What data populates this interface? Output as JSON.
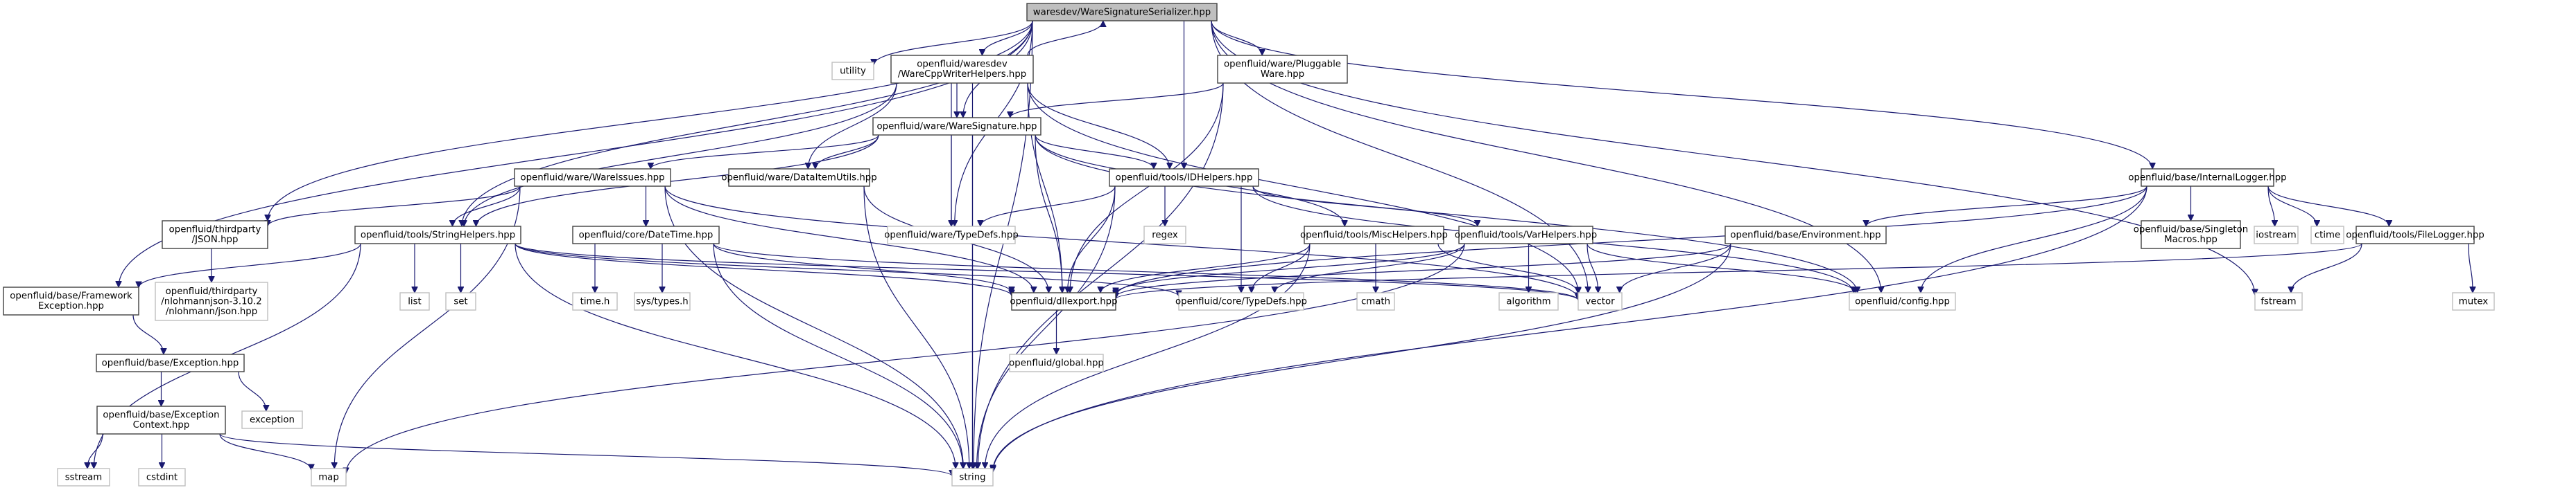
{
  "diagram": {
    "title": "waresdev/WareSignatureSerializer.hpp",
    "colors": {
      "edge": "#191970",
      "root_fill": "#bfbfbf",
      "node_border": "#404040",
      "ext_border": "#bfbfbf"
    },
    "nodes": [
      {
        "id": "root",
        "lines": [
          "waresdev/WareSignatureSerializer.hpp"
        ],
        "kind": "root"
      },
      {
        "id": "utility",
        "lines": [
          "utility"
        ],
        "kind": "ext"
      },
      {
        "id": "cppwriter",
        "lines": [
          "openfluid/waresdev",
          "/WareCppWriterHelpers.hpp"
        ],
        "kind": "doc"
      },
      {
        "id": "pluggable",
        "lines": [
          "openfluid/ware/Pluggable",
          "Ware.hpp"
        ],
        "kind": "doc"
      },
      {
        "id": "waresig",
        "lines": [
          "openfluid/ware/WareSignature.hpp"
        ],
        "kind": "doc"
      },
      {
        "id": "wareissues",
        "lines": [
          "openfluid/ware/WareIssues.hpp"
        ],
        "kind": "doc"
      },
      {
        "id": "dataitem",
        "lines": [
          "openfluid/ware/DataItemUtils.hpp"
        ],
        "kind": "doc"
      },
      {
        "id": "idhelpers",
        "lines": [
          "openfluid/tools/IDHelpers.hpp"
        ],
        "kind": "doc"
      },
      {
        "id": "internallogger",
        "lines": [
          "openfluid/base/InternalLogger.hpp"
        ],
        "kind": "doc"
      },
      {
        "id": "json",
        "lines": [
          "openfluid/thirdparty",
          "/JSON.hpp"
        ],
        "kind": "doc"
      },
      {
        "id": "stringhelpers",
        "lines": [
          "openfluid/tools/StringHelpers.hpp"
        ],
        "kind": "doc"
      },
      {
        "id": "datetime",
        "lines": [
          "openfluid/core/DateTime.hpp"
        ],
        "kind": "doc"
      },
      {
        "id": "waretypedefs",
        "lines": [
          "openfluid/ware/TypeDefs.hpp"
        ],
        "kind": "ext"
      },
      {
        "id": "regex",
        "lines": [
          "regex"
        ],
        "kind": "ext"
      },
      {
        "id": "mischelpers",
        "lines": [
          "openfluid/tools/MiscHelpers.hpp"
        ],
        "kind": "doc"
      },
      {
        "id": "varhelpers",
        "lines": [
          "openfluid/tools/VarHelpers.hpp"
        ],
        "kind": "doc"
      },
      {
        "id": "environment",
        "lines": [
          "openfluid/base/Environment.hpp"
        ],
        "kind": "doc"
      },
      {
        "id": "singleton",
        "lines": [
          "openfluid/base/Singleton",
          "Macros.hpp"
        ],
        "kind": "doc"
      },
      {
        "id": "iostream",
        "lines": [
          "iostream"
        ],
        "kind": "ext"
      },
      {
        "id": "ctime",
        "lines": [
          "ctime"
        ],
        "kind": "ext"
      },
      {
        "id": "filelogger",
        "lines": [
          "openfluid/tools/FileLogger.hpp"
        ],
        "kind": "doc"
      },
      {
        "id": "fwexception",
        "lines": [
          "openfluid/base/Framework",
          "Exception.hpp"
        ],
        "kind": "doc"
      },
      {
        "id": "nlohmann",
        "lines": [
          "openfluid/thirdparty",
          "/nlohmannjson-3.10.2",
          "/nlohmann/json.hpp"
        ],
        "kind": "ext"
      },
      {
        "id": "list",
        "lines": [
          "list"
        ],
        "kind": "ext"
      },
      {
        "id": "set",
        "lines": [
          "set"
        ],
        "kind": "ext"
      },
      {
        "id": "timeh",
        "lines": [
          "time.h"
        ],
        "kind": "ext"
      },
      {
        "id": "systypes",
        "lines": [
          "sys/types.h"
        ],
        "kind": "ext"
      },
      {
        "id": "dllexport",
        "lines": [
          "openfluid/dllexport.hpp"
        ],
        "kind": "doc"
      },
      {
        "id": "coretypedefs",
        "lines": [
          "openfluid/core/TypeDefs.hpp"
        ],
        "kind": "ext"
      },
      {
        "id": "cmath",
        "lines": [
          "cmath"
        ],
        "kind": "ext"
      },
      {
        "id": "algorithm",
        "lines": [
          "algorithm"
        ],
        "kind": "ext"
      },
      {
        "id": "vector",
        "lines": [
          "vector"
        ],
        "kind": "ext"
      },
      {
        "id": "config",
        "lines": [
          "openfluid/config.hpp"
        ],
        "kind": "ext"
      },
      {
        "id": "mutex",
        "lines": [
          "mutex"
        ],
        "kind": "ext"
      },
      {
        "id": "fstream",
        "lines": [
          "fstream"
        ],
        "kind": "ext"
      },
      {
        "id": "exception",
        "lines": [
          "openfluid/base/Exception.hpp"
        ],
        "kind": "doc"
      },
      {
        "id": "exceptionstd",
        "lines": [
          "exception"
        ],
        "kind": "ext"
      },
      {
        "id": "global",
        "lines": [
          "openfluid/global.hpp"
        ],
        "kind": "ext"
      },
      {
        "id": "exctx",
        "lines": [
          "openfluid/base/Exception",
          "Context.hpp"
        ],
        "kind": "doc"
      },
      {
        "id": "sstream",
        "lines": [
          "sstream"
        ],
        "kind": "ext"
      },
      {
        "id": "cstdint",
        "lines": [
          "cstdint"
        ],
        "kind": "ext"
      },
      {
        "id": "map",
        "lines": [
          "map"
        ],
        "kind": "ext"
      },
      {
        "id": "string",
        "lines": [
          "string"
        ],
        "kind": "ext"
      }
    ],
    "edges": [
      [
        "root",
        "utility"
      ],
      [
        "root",
        "cppwriter"
      ],
      [
        "root",
        "pluggable"
      ],
      [
        "root",
        "waresig"
      ],
      [
        "root",
        "idhelpers"
      ],
      [
        "root",
        "internallogger"
      ],
      [
        "root",
        "json"
      ],
      [
        "root",
        "stringhelpers"
      ],
      [
        "root",
        "waretypedefs"
      ],
      [
        "root",
        "fwexception"
      ],
      [
        "root",
        "vector"
      ],
      [
        "root",
        "config"
      ],
      [
        "root",
        "fstream"
      ],
      [
        "root",
        "string"
      ],
      [
        "cppwriter",
        "root"
      ],
      [
        "cppwriter",
        "waresig"
      ],
      [
        "cppwriter",
        "dataitem"
      ],
      [
        "cppwriter",
        "waretypedefs"
      ],
      [
        "cppwriter",
        "dllexport"
      ],
      [
        "cppwriter",
        "stringhelpers"
      ],
      [
        "cppwriter",
        "vector"
      ],
      [
        "cppwriter",
        "idhelpers"
      ],
      [
        "cppwriter",
        "string"
      ],
      [
        "pluggable",
        "waresig"
      ],
      [
        "pluggable",
        "dllexport"
      ],
      [
        "pluggable",
        "string"
      ],
      [
        "waresig",
        "wareissues"
      ],
      [
        "waresig",
        "dataitem"
      ],
      [
        "waresig",
        "idhelpers"
      ],
      [
        "waresig",
        "mischelpers"
      ],
      [
        "waresig",
        "waretypedefs"
      ],
      [
        "waresig",
        "dllexport"
      ],
      [
        "waresig",
        "stringhelpers"
      ],
      [
        "waresig",
        "config"
      ],
      [
        "waresig",
        "string"
      ],
      [
        "wareissues",
        "json"
      ],
      [
        "wareissues",
        "stringhelpers"
      ],
      [
        "wareissues",
        "datetime"
      ],
      [
        "wareissues",
        "dllexport"
      ],
      [
        "wareissues",
        "map"
      ],
      [
        "wareissues",
        "string"
      ],
      [
        "wareissues",
        "vector"
      ],
      [
        "dataitem",
        "dllexport"
      ],
      [
        "dataitem",
        "string"
      ],
      [
        "idhelpers",
        "waretypedefs"
      ],
      [
        "idhelpers",
        "regex"
      ],
      [
        "idhelpers",
        "varhelpers"
      ],
      [
        "idhelpers",
        "dllexport"
      ],
      [
        "idhelpers",
        "coretypedefs"
      ],
      [
        "idhelpers",
        "string"
      ],
      [
        "idhelpers",
        "config"
      ],
      [
        "internallogger",
        "environment"
      ],
      [
        "internallogger",
        "singleton"
      ],
      [
        "internallogger",
        "iostream"
      ],
      [
        "internallogger",
        "ctime"
      ],
      [
        "internallogger",
        "filelogger"
      ],
      [
        "internallogger",
        "config"
      ],
      [
        "internallogger",
        "dllexport"
      ],
      [
        "internallogger",
        "string"
      ],
      [
        "json",
        "nlohmann"
      ],
      [
        "stringhelpers",
        "fwexception"
      ],
      [
        "stringhelpers",
        "list"
      ],
      [
        "stringhelpers",
        "set"
      ],
      [
        "stringhelpers",
        "sstream"
      ],
      [
        "stringhelpers",
        "string"
      ],
      [
        "stringhelpers",
        "dllexport"
      ],
      [
        "stringhelpers",
        "vector"
      ],
      [
        "stringhelpers",
        "coretypedefs"
      ],
      [
        "datetime",
        "timeh"
      ],
      [
        "datetime",
        "systypes"
      ],
      [
        "datetime",
        "string"
      ],
      [
        "datetime",
        "dllexport"
      ],
      [
        "datetime",
        "vector"
      ],
      [
        "mischelpers",
        "coretypedefs"
      ],
      [
        "mischelpers",
        "cmath"
      ],
      [
        "mischelpers",
        "dllexport"
      ],
      [
        "mischelpers",
        "string"
      ],
      [
        "mischelpers",
        "vector"
      ],
      [
        "varhelpers",
        "algorithm"
      ],
      [
        "varhelpers",
        "vector"
      ],
      [
        "varhelpers",
        "coretypedefs"
      ],
      [
        "varhelpers",
        "dllexport"
      ],
      [
        "varhelpers",
        "map"
      ],
      [
        "varhelpers",
        "config"
      ],
      [
        "environment",
        "vector"
      ],
      [
        "environment",
        "dllexport"
      ],
      [
        "environment",
        "string"
      ],
      [
        "filelogger",
        "fstream"
      ],
      [
        "filelogger",
        "mutex"
      ],
      [
        "filelogger",
        "dllexport"
      ],
      [
        "fwexception",
        "exception"
      ],
      [
        "exception",
        "exctx"
      ],
      [
        "exception",
        "exceptionstd"
      ],
      [
        "exctx",
        "sstream"
      ],
      [
        "exctx",
        "cstdint"
      ],
      [
        "exctx",
        "map"
      ],
      [
        "exctx",
        "string"
      ],
      [
        "dllexport",
        "global"
      ]
    ]
  }
}
